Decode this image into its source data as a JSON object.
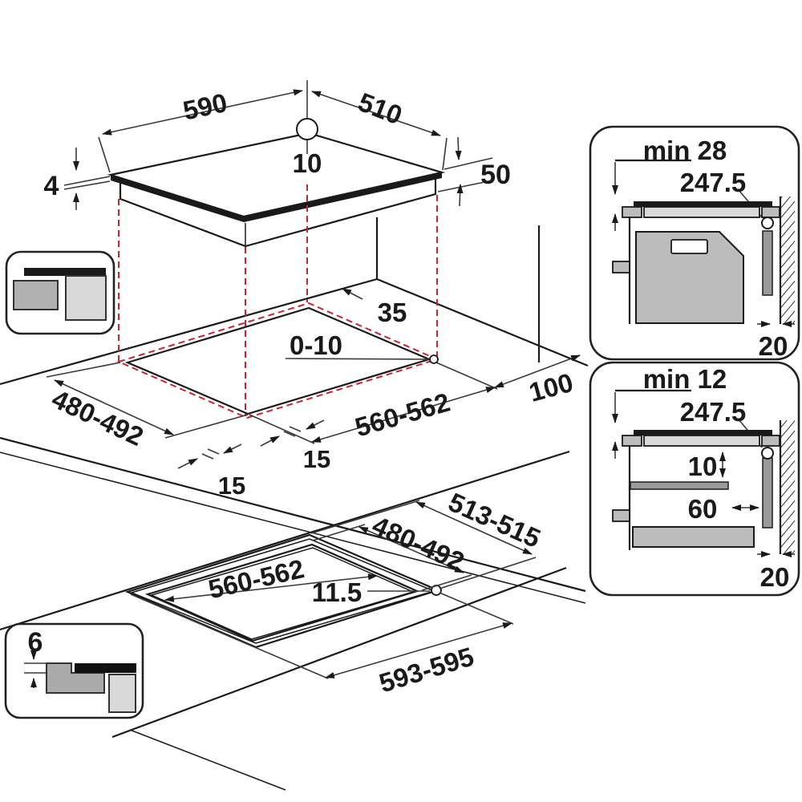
{
  "top_view": {
    "width": "590",
    "depth": "510",
    "hole_offset": "10",
    "glass_thickness": "4",
    "body_height": "50"
  },
  "cutout_view": {
    "depth": "480-492",
    "width": "560-562",
    "side_clearance": "100",
    "rear_gap": "35",
    "edge_gap": "0-10",
    "overlap_left": "15",
    "overlap_front": "15"
  },
  "flush_view": {
    "outer_depth": "513-515",
    "inner_depth": "480-492",
    "inner_width": "560-562",
    "rebate": "11.5",
    "outer_width": "593-595"
  },
  "section_top": {
    "clearance": "min 28",
    "junction": "247.5",
    "wall_gap": "20"
  },
  "section_bottom": {
    "clearance": "min 12",
    "junction": "247.5",
    "shelf_gap": "10",
    "shelf_offset": "60",
    "wall_gap": "20"
  },
  "glass_inset": {
    "thickness": "6"
  },
  "colors": {
    "projection_dash": "#cc2233",
    "ink": "#1a1a1a",
    "oven_fill": "#bcbcbc",
    "worktop_fill": "#d9d9d9",
    "cabinet_fill": "#b0b0b0",
    "shelf_fill": "#9a9a9a"
  }
}
